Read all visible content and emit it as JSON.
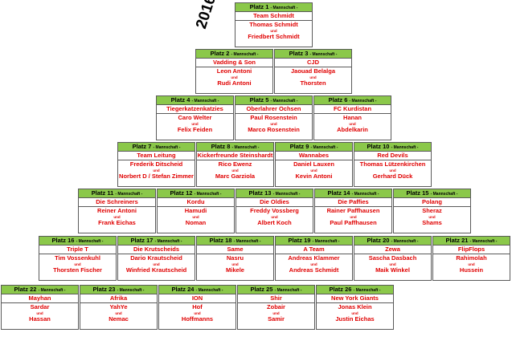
{
  "year": "2016",
  "labels": {
    "header_suffix": "- Mannschaft -",
    "connector": "und"
  },
  "rows": [
    [
      {
        "place": "Platz 1",
        "team": "Team Schmidt",
        "p1": "Thomas Schmidt",
        "p2": "Friedbert Schmidt"
      }
    ],
    [
      {
        "place": "Platz 2",
        "team": "Vadding & Son",
        "p1": "Leon Antoni",
        "p2": "Rudi Antoni"
      },
      {
        "place": "Platz 3",
        "team": "CJD",
        "p1": "Jaouad Belalga",
        "p2": "Thorsten"
      }
    ],
    [
      {
        "place": "Platz 4",
        "team": "Tiegerkatzenkatzies",
        "p1": "Caro Welter",
        "p2": "Felix Feiden"
      },
      {
        "place": "Platz 5",
        "team": "Oberlahrer Ochsen",
        "p1": "Paul Rosenstein",
        "p2": "Marco Rosenstein"
      },
      {
        "place": "Platz 6",
        "team": "FC Kurdistan",
        "p1": "Hanan",
        "p2": "Abdelkarin"
      }
    ],
    [
      {
        "place": "Platz 7",
        "team": "Team Leitung",
        "p1": "Frederik Ditscheid",
        "p2": "Norbert D / Stefan Zimmer"
      },
      {
        "place": "Platz 8",
        "team": "Kickerfreunde Steinshardt",
        "p1": "Rico Ewenz",
        "p2": "Marc Garziola"
      },
      {
        "place": "Platz 9",
        "team": "Wannabes",
        "p1": "Daniel Lauxen",
        "p2": "Kevin Antoni"
      },
      {
        "place": "Platz 10",
        "team": "Red Devils",
        "p1": "Thomas Lützenkirchen",
        "p2": "Gerhard Dück"
      }
    ],
    [
      {
        "place": "Platz 11",
        "team": "Die Schreiners",
        "p1": "Reiner Antoni",
        "p2": "Frank Eichas"
      },
      {
        "place": "Platz 12",
        "team": "Kordu",
        "p1": "Hamudi",
        "p2": "Noman"
      },
      {
        "place": "Platz 13",
        "team": "Die Oldies",
        "p1": "Freddy Vossberg",
        "p2": "Albert Koch"
      },
      {
        "place": "Platz 14",
        "team": "Die Paffies",
        "p1": "Rainer Paffhausen",
        "p2": "Paul Paffhausen"
      },
      {
        "place": "Platz 15",
        "team": "Polang",
        "p1": "Sheraz",
        "p2": "Shams"
      }
    ],
    [
      {
        "place": "Platz 16",
        "team": "Triple T",
        "p1": "Tim Vossenkuhl",
        "p2": "Thorsten Fischer"
      },
      {
        "place": "Platz 17",
        "team": "Die Krutscheids",
        "p1": "Dario Krautscheid",
        "p2": "Winfried Krautscheid"
      },
      {
        "place": "Platz 18",
        "team": "Same",
        "p1": "Nasru",
        "p2": "Mikele"
      },
      {
        "place": "Platz 19",
        "team": "A Team",
        "p1": "Andreas Klammer",
        "p2": "Andreas Schmidt"
      },
      {
        "place": "Platz 20",
        "team": "Zewa",
        "p1": "Sascha Dasbach",
        "p2": "Maik Winkel"
      },
      {
        "place": "Platz 21",
        "team": "FlipFlops",
        "p1": "Rahimolah",
        "p2": "Hussein"
      }
    ],
    [
      {
        "place": "Platz 22",
        "team": "Mayhan",
        "p1": "Sardar",
        "p2": "Hassan"
      },
      {
        "place": "Platz 23",
        "team": "Afrika",
        "p1": "YahYe",
        "p2": "Nemac"
      },
      {
        "place": "Platz 24",
        "team": "ION",
        "p1": "Hof",
        "p2": "Hoffmanns"
      },
      {
        "place": "Platz 25",
        "team": "Shir",
        "p1": "Zobair",
        "p2": "Samir"
      },
      {
        "place": "Platz 26",
        "team": "New York Giants",
        "p1": "Jonas Klein",
        "p2": "Justin Eichas"
      }
    ]
  ]
}
